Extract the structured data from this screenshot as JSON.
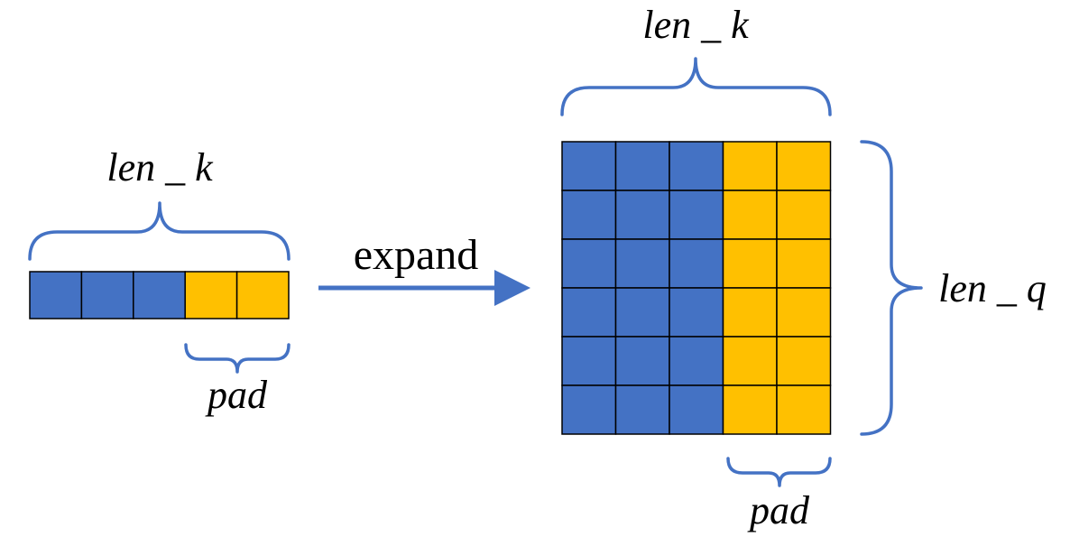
{
  "colors": {
    "token": "#4472C4",
    "pad": "#FFC000",
    "brace": "#4472C4",
    "arrow": "#4472C4",
    "grid_line": "#000000"
  },
  "vector": {
    "top_label": "len _ k",
    "bottom_label": "pad",
    "cells": [
      "token",
      "token",
      "token",
      "pad",
      "pad"
    ]
  },
  "arrow": {
    "label": "expand"
  },
  "matrix": {
    "top_label": "len _ k",
    "right_label": "len _ q",
    "bottom_label": "pad",
    "rows": 6,
    "cells_per_row": [
      "token",
      "token",
      "token",
      "pad",
      "pad"
    ]
  }
}
